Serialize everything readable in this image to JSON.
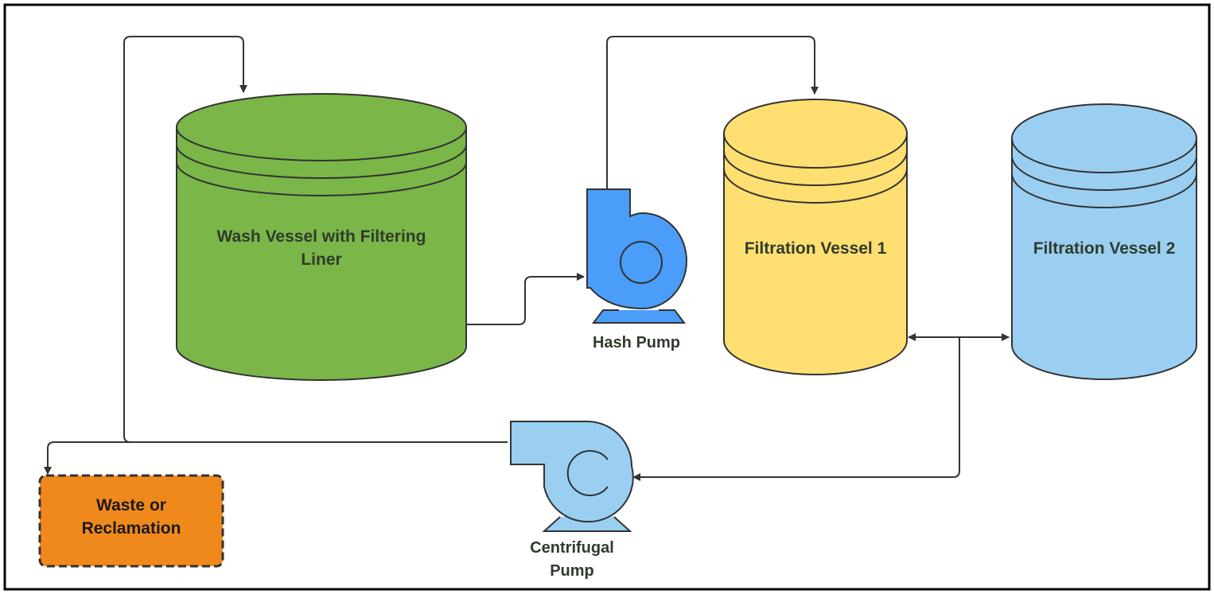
{
  "colors": {
    "wash_vessel": "#7ab648",
    "filtration_vessel_1": "#ffdf71",
    "filtration_vessel_2": "#9acff2",
    "hash_pump": "#4a9df8",
    "centrifugal_pump": "#9acff2",
    "waste_box": "#f0891c",
    "vessel_label_text": "#2f3b2c",
    "line": "#333333"
  },
  "labels": {
    "wash_vessel": [
      "Wash Vessel with Filtering",
      "Liner"
    ],
    "filtration_vessel_1": "Filtration Vessel 1",
    "filtration_vessel_2": "Filtration Vessel 2",
    "hash_pump": "Hash Pump",
    "centrifugal_pump": [
      "Centrifugal",
      "Pump"
    ],
    "waste": [
      "Waste or",
      "Reclamation"
    ]
  }
}
